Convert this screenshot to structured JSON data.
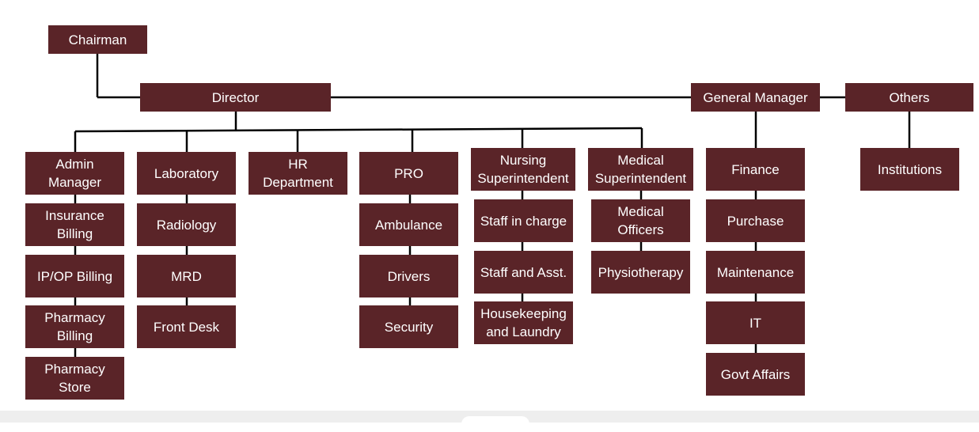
{
  "colors": {
    "box_fill": "#5a2428",
    "box_text": "#ffffff",
    "connector": "#000000"
  },
  "org": {
    "chairman": "Chairman",
    "director": "Director",
    "general_manager": "General Manager",
    "others": "Others",
    "admin_manager": "Admin\nManager",
    "insurance_billing": "Insurance\nBilling",
    "ip_op_billing": "IP/OP Billing",
    "pharmacy_billing": "Pharmacy\nBilling",
    "pharmacy_store": "Pharmacy\nStore",
    "laboratory": "Laboratory",
    "radiology": "Radiology",
    "mrd": "MRD",
    "front_desk": "Front Desk",
    "hr_department": "HR\nDepartment",
    "pro": "PRO",
    "ambulance": "Ambulance",
    "drivers": "Drivers",
    "security": "Security",
    "nursing_superintendent": "Nursing\nSuperintendent",
    "staff_in_charge": "Staff in charge",
    "staff_and_asst": "Staff and Asst.",
    "housekeeping_laundry": "Housekeeping\nand Laundry",
    "medical_superintendent": "Medical\nSuperintendent",
    "medical_officers": "Medical\nOfficers",
    "physiotherapy": "Physiotherapy",
    "finance": "Finance",
    "purchase": "Purchase",
    "maintenance": "Maintenance",
    "it": "IT",
    "govt_affairs": "Govt Affairs",
    "institutions": "Institutions"
  }
}
